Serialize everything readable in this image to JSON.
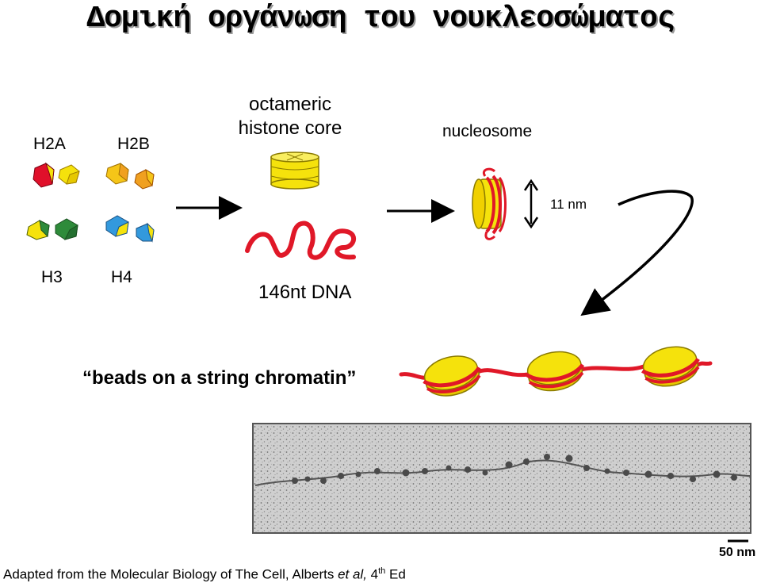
{
  "title": "Δομική οργάνωση του νουκλεοσώματος",
  "labels": {
    "h2a": "H2A",
    "h2b": "H2B",
    "h3": "H3",
    "h4": "H4",
    "core_line1": "octameric",
    "core_line2": "histone core",
    "nucleosome": "nucleosome",
    "size": "11 nm",
    "dna": "146nt DNA",
    "beads": "beads on a string chromatin",
    "scale_bar": "50 nm"
  },
  "credit": {
    "prefix": "Adapted from the  Molecular Biology of The Cell, Alberts ",
    "italic": "et al,",
    "edition": " 4",
    "sup": "th",
    "suffix": " Ed"
  },
  "colors": {
    "histone_red": "#e0102a",
    "histone_yellow": "#f5e20c",
    "histone_orange": "#f0a020",
    "histone_green": "#2e8b3a",
    "histone_blue": "#3399dd",
    "dna_red": "#e01828"
  }
}
